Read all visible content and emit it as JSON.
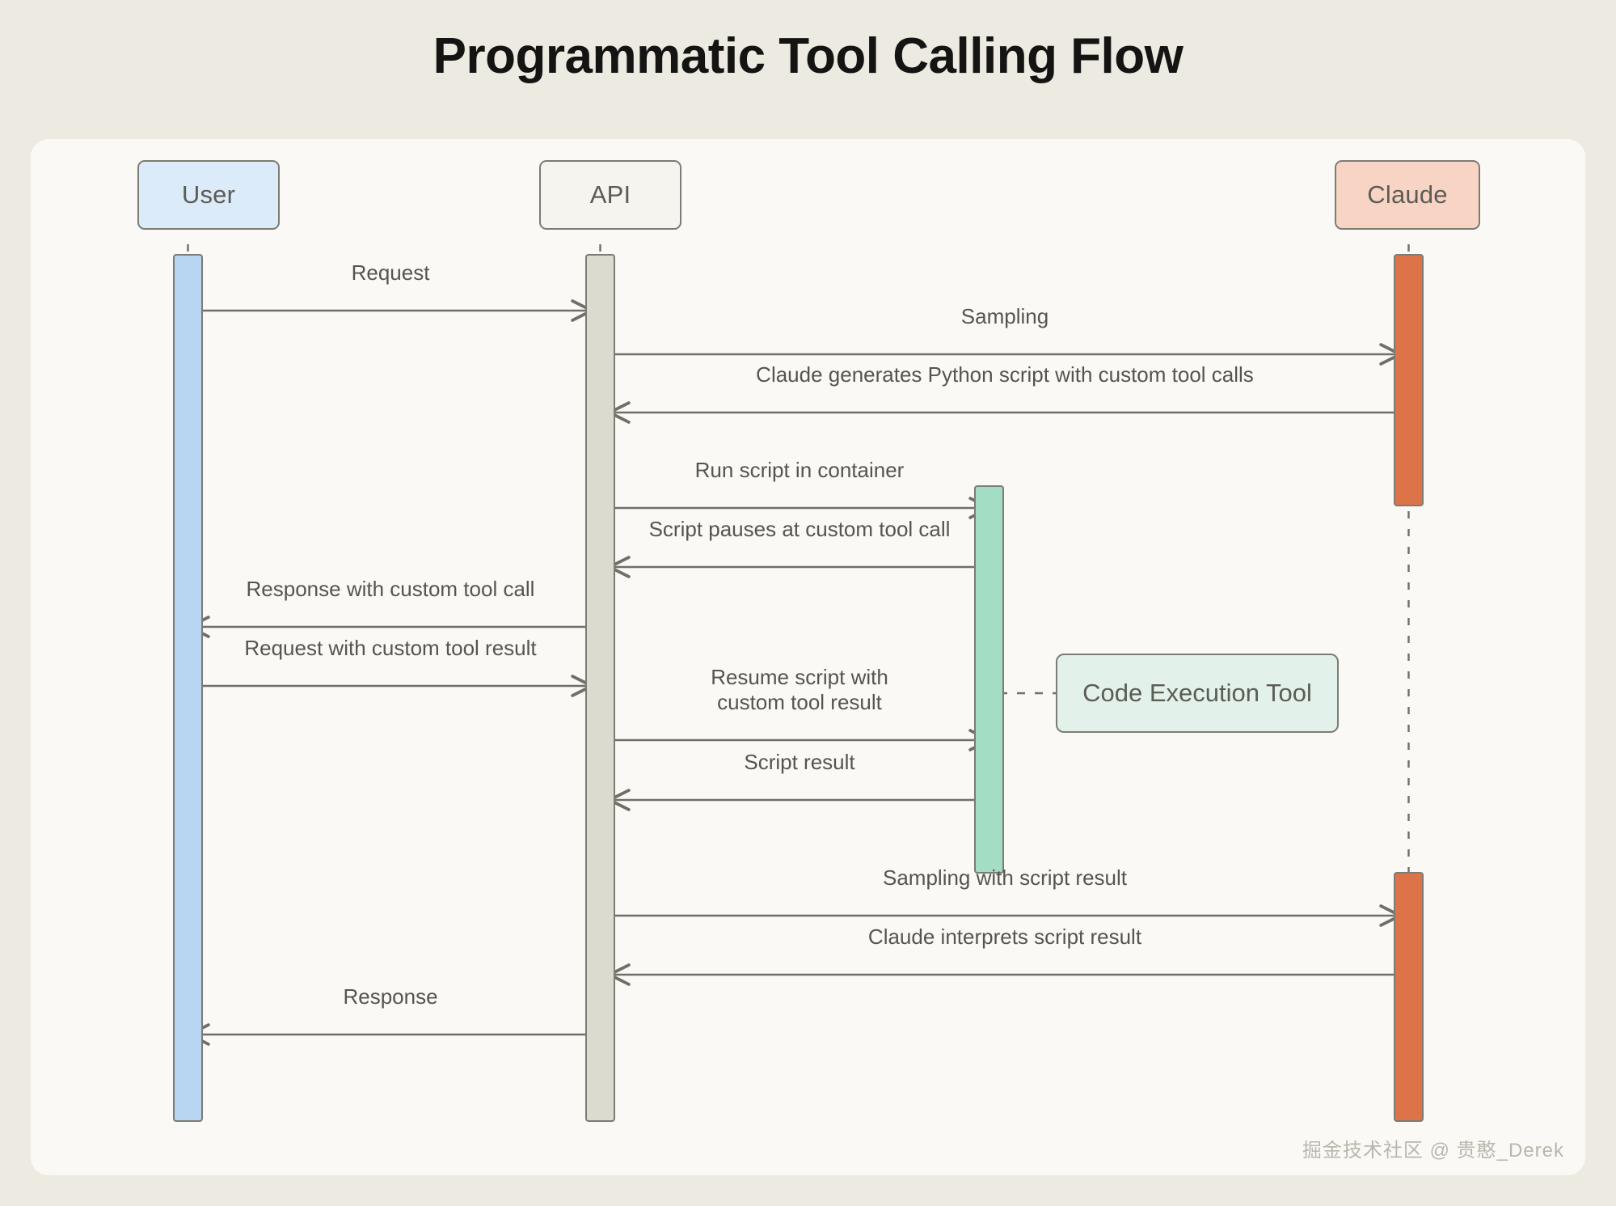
{
  "title": "Programmatic Tool Calling Flow",
  "colors": {
    "page_background": "#edeae1",
    "card_background": "#faf9f5",
    "border": "#7c7c74",
    "text": "#55554e",
    "user_box": "#dcebfa",
    "api_box": "#f5f4ee",
    "claude_box": "#f8d4c4",
    "tool_box": "#e2f2ea",
    "user_activation": "#b8d6f2",
    "api_activation": "#dcdbcf",
    "claude_activation": "#dd7449",
    "tool_activation": "#a3ddc4"
  },
  "participants": [
    {
      "id": "user",
      "label": "User"
    },
    {
      "id": "api",
      "label": "API"
    },
    {
      "id": "claude",
      "label": "Claude"
    }
  ],
  "notes": [
    {
      "id": "code-execution-tool",
      "label": "Code Execution Tool"
    }
  ],
  "messages": [
    {
      "index": 1,
      "label": "Request",
      "from": "user",
      "to": "api",
      "direction": "right"
    },
    {
      "index": 2,
      "label": "Sampling",
      "from": "api",
      "to": "claude",
      "direction": "right"
    },
    {
      "index": 3,
      "label": "Claude generates Python script with custom tool calls",
      "from": "claude",
      "to": "api",
      "direction": "left"
    },
    {
      "index": 4,
      "label": "Run script in container",
      "from": "api",
      "to": "tool",
      "direction": "right"
    },
    {
      "index": 5,
      "label": "Script pauses at custom tool call",
      "from": "tool",
      "to": "api",
      "direction": "left"
    },
    {
      "index": 6,
      "label": "Response with custom tool call",
      "from": "api",
      "to": "user",
      "direction": "left"
    },
    {
      "index": 7,
      "label": "Request with custom tool result",
      "from": "user",
      "to": "api",
      "direction": "right"
    },
    {
      "index": 8,
      "label": "Resume script with\ncustom tool result",
      "from": "api",
      "to": "tool",
      "direction": "right"
    },
    {
      "index": 9,
      "label": "Script result",
      "from": "tool",
      "to": "api",
      "direction": "left"
    },
    {
      "index": 10,
      "label": "Sampling with script result",
      "from": "api",
      "to": "claude",
      "direction": "right"
    },
    {
      "index": 11,
      "label": "Claude interprets script result",
      "from": "claude",
      "to": "api",
      "direction": "left"
    },
    {
      "index": 12,
      "label": "Response",
      "from": "api",
      "to": "user",
      "direction": "left"
    }
  ],
  "watermark": "掘金技术社区 @ 贵憨_Derek"
}
